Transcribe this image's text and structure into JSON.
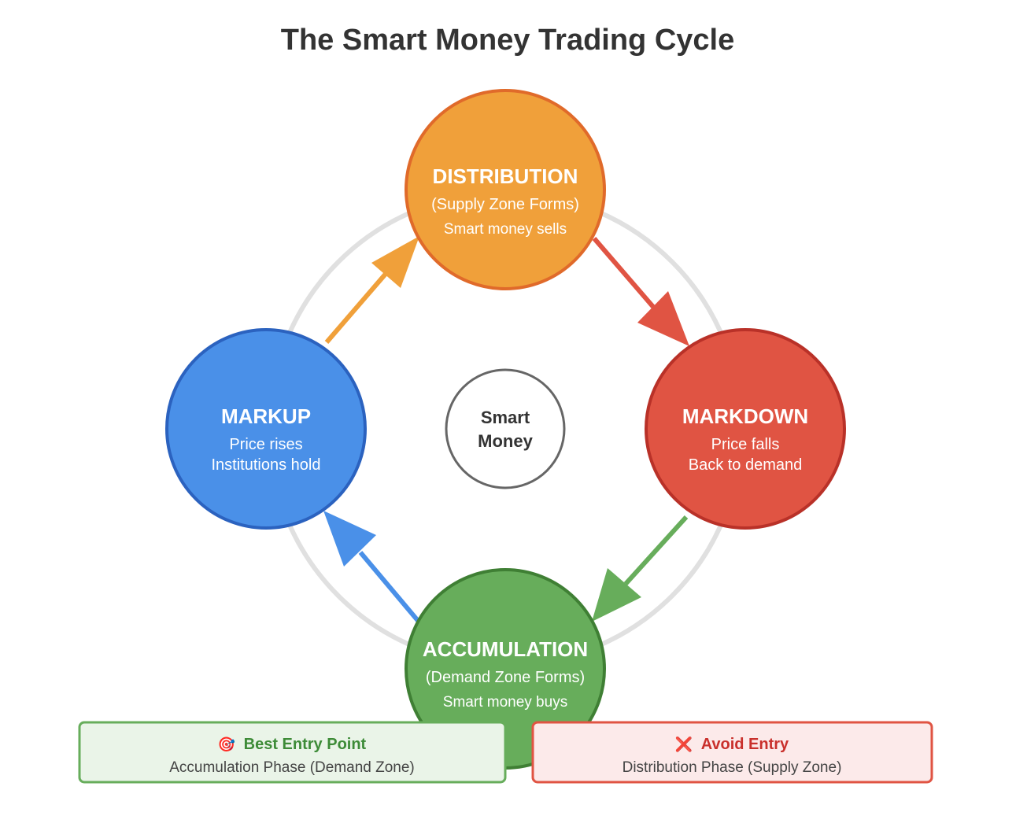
{
  "title": "The Smart Money Trading Cycle",
  "center": {
    "line1": "Smart",
    "line2": "Money"
  },
  "phases": {
    "distribution": {
      "title": "DISTRIBUTION",
      "line1": "(Supply Zone Forms)",
      "line2": "Smart money sells",
      "fill": "#f0a03a",
      "stroke": "#e06a2a"
    },
    "markdown": {
      "title": "MARKDOWN",
      "line1": "Price falls",
      "line2": "Back to demand",
      "fill": "#e05443",
      "stroke": "#b93128"
    },
    "accumulation": {
      "title": "ACCUMULATION",
      "line1": "(Demand Zone Forms)",
      "line2": "Smart money buys",
      "fill": "#67ad5b",
      "stroke": "#3f7f34"
    },
    "markup": {
      "title": "MARKUP",
      "line1": "Price rises",
      "line2": "Institutions hold",
      "fill": "#4a90e8",
      "stroke": "#2b62bf"
    }
  },
  "arrows": {
    "markup_to_distribution": "#f0a03a",
    "distribution_to_markdown": "#e05443",
    "markdown_to_accumulation": "#67ad5b",
    "accumulation_to_markup": "#4a90e8"
  },
  "callouts": {
    "best_entry": {
      "icon": "🎯",
      "title": "Best Entry Point",
      "subtitle": "Accumulation Phase (Demand Zone)",
      "border": "#67ad5b",
      "background": "#eaf4e8"
    },
    "avoid_entry": {
      "icon": "❌",
      "title": "Avoid Entry",
      "subtitle": "Distribution Phase (Supply Zone)",
      "border": "#e05443",
      "background": "#fceaea"
    }
  }
}
